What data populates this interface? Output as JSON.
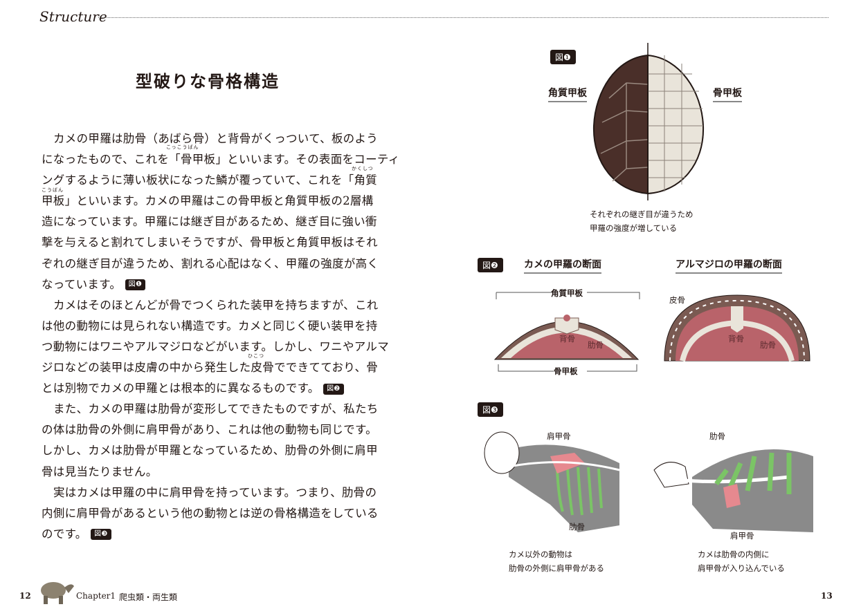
{
  "header": {
    "section": "Structure"
  },
  "title": "型破りな骨格構造",
  "body": {
    "lines": [
      "カメの甲羅は肋骨（あばら骨）と背骨がくっついて、板のよう",
      "になったもので、これを「骨甲板」といいます。その表面をコーティ",
      "ングするように薄い板状になった鱗が覆っていて、これを「角質",
      "甲板」といいます。カメの甲羅はこの骨甲板と角質甲板の2層構",
      "造になっています。甲羅には継ぎ目があるため、継ぎ目に強い衝",
      "撃を与えると割れてしまいそうですが、骨甲板と角質甲板はそれ",
      "ぞれの継ぎ目が違うため、割れる心配はなく、甲羅の強度が高く",
      "なっています。",
      "カメはそのほとんどが骨でつくられた装甲を持ちますが、これ",
      "は他の動物には見られない構造です。カメと同じく硬い装甲を持",
      "つ動物にはワニやアルマジロなどがいます。しかし、ワニやアルマ",
      "ジロなどの装甲は皮膚の中から発生した皮骨でできてており、骨",
      "とは別物でカメの甲羅とは根本的に異なるものです。",
      "また、カメの甲羅は肋骨が変形してできたものですが、私たち",
      "の体は肋骨の外側に肩甲骨があり、これは他の動物も同じです。",
      "しかし、カメは肋骨が甲羅となっているため、肋骨の外側に肩甲",
      "骨は見当たりません。",
      "実はカメは甲羅の中に肩甲骨を持っています。つまり、肋骨の",
      "内側に肩甲骨があるという他の動物とは逆の骨格構造をしている",
      "のです。"
    ],
    "ruby": [
      "こっこうばん",
      "かくしつ",
      "こうばん",
      "ひこつ"
    ],
    "fig_refs": [
      "図❶",
      "図❷",
      "図❸"
    ]
  },
  "fig1": {
    "tag": "図❶",
    "left_label": "角質甲板",
    "right_label": "骨甲板",
    "caption": [
      "それぞれの継ぎ目が違うため",
      "甲羅の強度が増している"
    ]
  },
  "fig2": {
    "tag": "図❷",
    "turtle_title": "カメの甲羅の断面",
    "armadillo_title": "アルマジロの甲羅の断面",
    "top": "角質甲板",
    "bottom": "骨甲板",
    "spine": "背骨",
    "rib": "肋骨",
    "skin_bone": "皮骨"
  },
  "fig3": {
    "tag": "図❸",
    "left_scapula": "肩甲骨",
    "left_rib": "肋骨",
    "right_rib": "肋骨",
    "right_scapula": "肩甲骨",
    "left_caption": [
      "カメ以外の動物は",
      "肋骨の外側に肩甲骨がある"
    ],
    "right_caption": [
      "カメは肋骨の内側に",
      "肩甲骨が入り込んでいる"
    ]
  },
  "footer": {
    "left_page": "12",
    "chapter": "Chapter1",
    "chapter_title": "爬虫類・両生類",
    "right_page": "13"
  },
  "colors": {
    "shell_dark": "#4a2f29",
    "shell_light": "#e9e4da",
    "flesh": "#b9636a",
    "ink": "#231815",
    "green": "#7bc466",
    "pink": "#e6898f"
  }
}
